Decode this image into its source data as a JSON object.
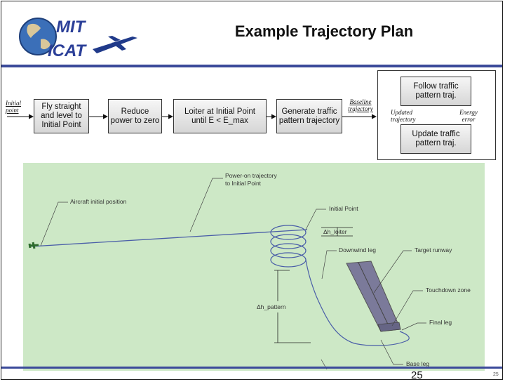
{
  "title": "Example Trajectory Plan",
  "logo": {
    "line1": "MIT",
    "line2": "ICAT"
  },
  "flow": {
    "initial_point_1": "Initial",
    "initial_point_2": "point",
    "steps": [
      "Fly straight\nand level to\nInitial Point",
      "Reduce\npower to zero",
      "Loiter at Initial Point\nuntil E < E_max",
      "Generate traffic\npattern trajectory"
    ],
    "baseline_1": "Baseline",
    "baseline_2": "trajectory",
    "loop_top": "Follow traffic\npattern traj.",
    "loop_bottom": "Update traffic\npattern traj.",
    "updated_1": "Updated",
    "updated_2": "trajectory",
    "energy_1": "Energy",
    "energy_2": "error"
  },
  "figure": {
    "aircraft_initial_position": "Aircraft initial position",
    "power_on_1": "Power-on trajectory",
    "power_on_2": "to Initial Point",
    "initial_point": "Initial Point",
    "dh_loiter": "Δh_loiter",
    "downwind_leg": "Downwind leg",
    "target_runway": "Target runway",
    "dh_pattern": "Δh_pattern",
    "touchdown_zone": "Touchdown zone",
    "final_leg": "Final leg",
    "base_leg": "Base leg"
  },
  "page_number": "25"
}
